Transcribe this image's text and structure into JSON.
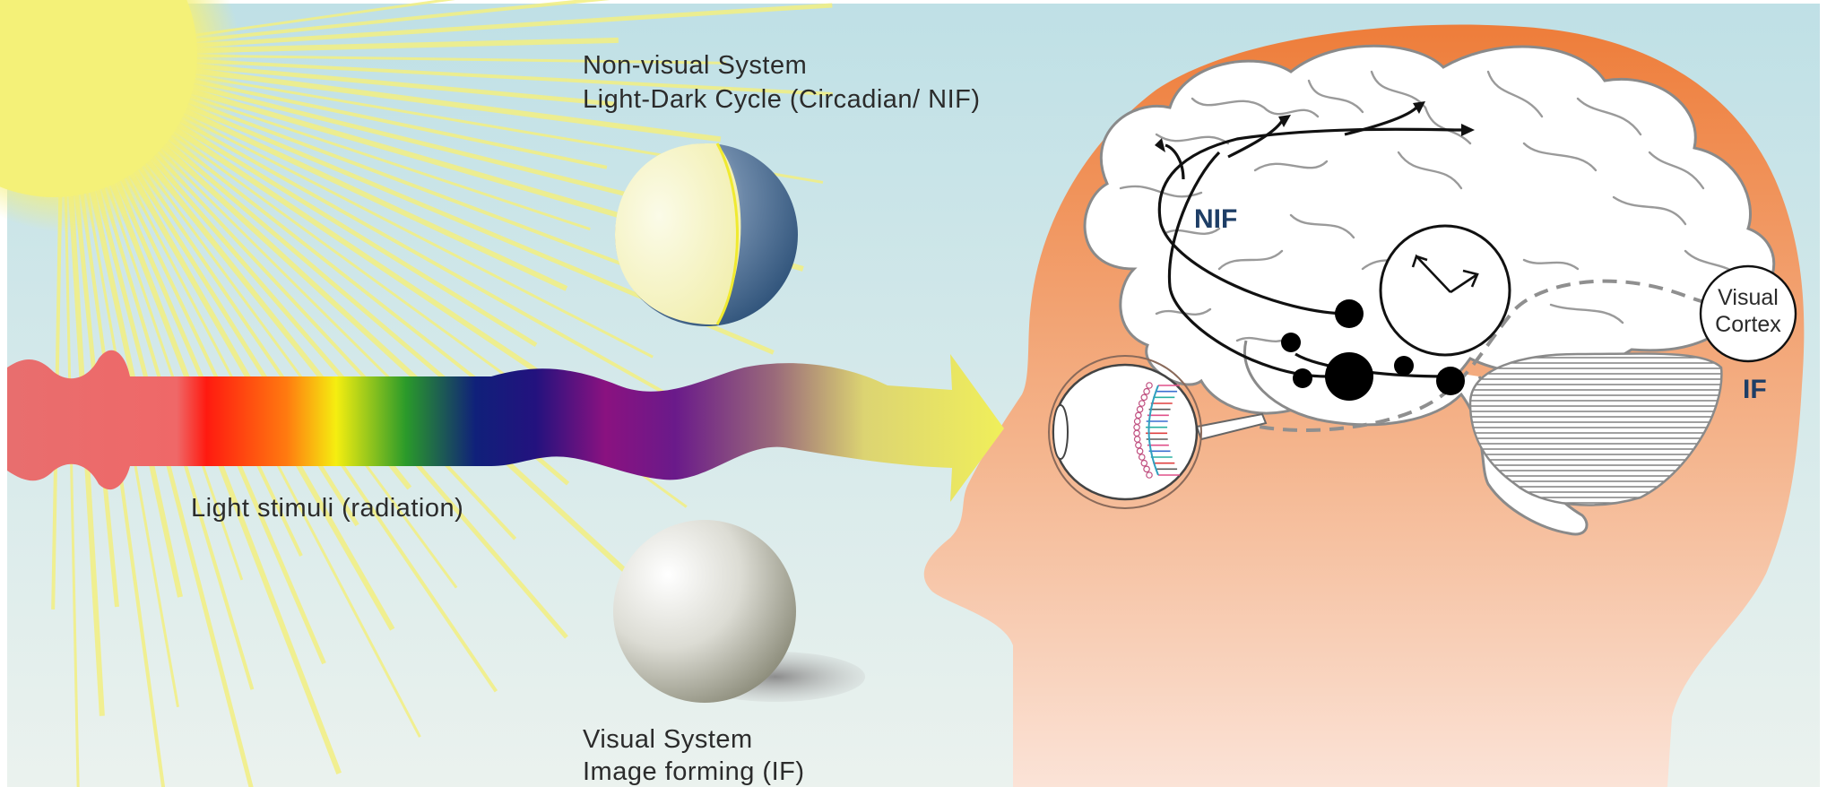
{
  "labels": {
    "nonvisual_title": "Non-visual  System",
    "nonvisual_subtitle": "Light-Dark Cycle (Circadian/ NIF)",
    "light_stimuli": "Light stimuli (radiation)",
    "visual_title": "Visual System",
    "visual_subtitle": "Image forming (IF)",
    "nif": "NIF",
    "if": "IF",
    "visual_cortex_line1": "Visual",
    "visual_cortex_line2": "Cortex"
  },
  "colors": {
    "sky_top": "#bfe0e6",
    "sky_bottom": "#e9f1ee",
    "sun": "#f2ef6c",
    "head_orange": "#ee7d3a",
    "head_skin": "#f6c4a4",
    "moon_dark": "#1f456e",
    "nif_label": "#1e3e66"
  },
  "icons": {
    "sun": "sun-icon",
    "moon": "moon-icon",
    "sphere": "sphere-icon",
    "clock": "clock-icon",
    "eye": "eye-icon",
    "brain": "brain-icon"
  }
}
